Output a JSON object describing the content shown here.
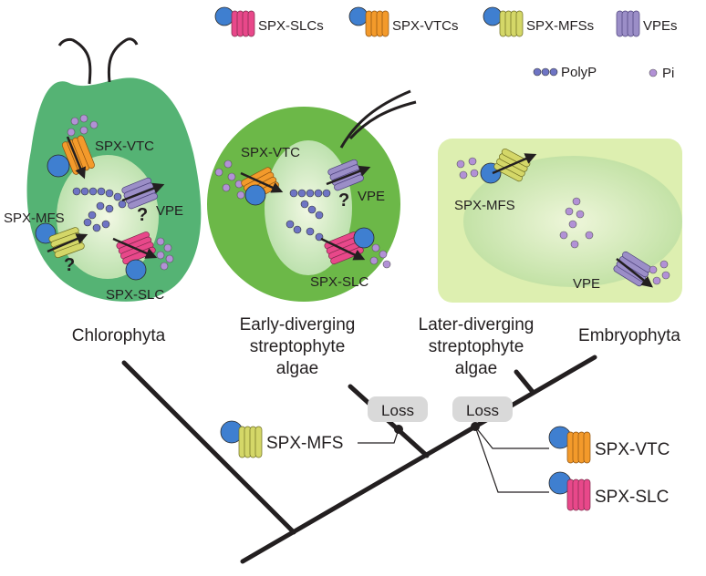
{
  "legend": {
    "items": [
      {
        "label": "SPX-SLCs",
        "color": "#e8488a"
      },
      {
        "label": "SPX-VTCs",
        "color": "#f39a2b"
      },
      {
        "label": "SPX-MFSs",
        "color": "#d4d768"
      },
      {
        "label": "VPEs",
        "color": "#9b8ec7"
      }
    ],
    "polyp_label": "PolyP",
    "pi_label": "Pi"
  },
  "cells": {
    "chlorophyta": {
      "vtc": "SPX-VTC",
      "mfs": "SPX-MFS",
      "vpe": "VPE",
      "slc": "SPX-SLC",
      "q": "?"
    },
    "early": {
      "vtc": "SPX-VTC",
      "vpe": "VPE",
      "slc": "SPX-SLC",
      "q": "?"
    },
    "embryo": {
      "mfs": "SPX-MFS",
      "vpe": "VPE"
    }
  },
  "clades": {
    "chlorophyta": "Chlorophyta",
    "early": [
      "Early-diverging",
      "streptophyte",
      "algae"
    ],
    "later": [
      "Later-diverging",
      "streptophyte",
      "algae"
    ],
    "embryophyta": "Embryophyta"
  },
  "tree": {
    "loss1": "Loss",
    "loss2": "Loss",
    "mfs_label": "SPX-MFS",
    "vtc_label": "SPX-VTC",
    "slc_label": "SPX-SLC"
  },
  "colors": {
    "blue_spx": "#3f7fd0",
    "slc": "#e8488a",
    "vtc": "#f39a2b",
    "mfs": "#d4d768",
    "vpe": "#9b8ec7",
    "polyp": "#6e74c4",
    "pi": "#b291d6",
    "chloro_fill": "#55b374",
    "early_fill": "#6cb848",
    "embryo_fill": "#ddefb0",
    "vacuole_fill": "#d7ecc4",
    "loss_box": "#d9d9d9"
  }
}
